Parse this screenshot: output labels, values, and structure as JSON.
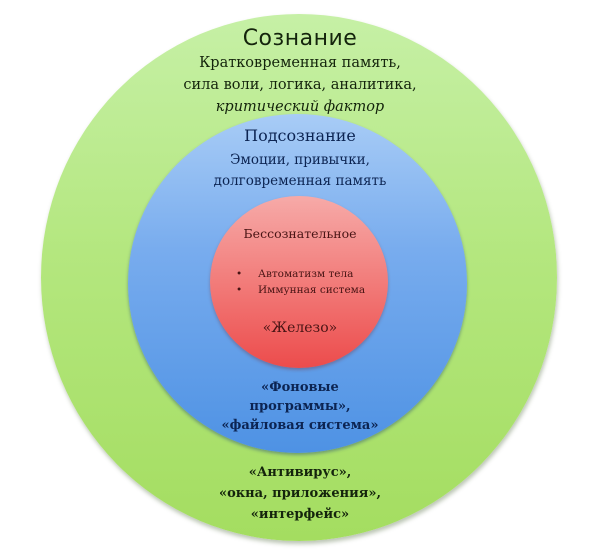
{
  "diagram": {
    "type": "concentric-circles",
    "colors": {
      "outer_fill": "#b4e77f",
      "middle_fill": "#78acee",
      "inner_fill": "#f27c7a",
      "background": "#ffffff"
    },
    "outer": {
      "title": "Сознание",
      "description_lines": [
        "Кратковременная память,",
        "сила воли, логика, аналитика,",
        "критический фактор"
      ],
      "footer_lines": [
        "«Антивирус»,",
        "«окна, приложения»,",
        "«интерфейс»"
      ]
    },
    "middle": {
      "title": "Подсознание",
      "description_lines": [
        "Эмоции, привычки,",
        "долговременная память"
      ],
      "footer_lines": [
        "«Фоновые",
        "программы»,",
        "«файловая система»"
      ]
    },
    "inner": {
      "title": "Бессознательное",
      "items": [
        "Автоматизм тела",
        "Иммунная система"
      ],
      "footer": "«Железо»"
    }
  }
}
